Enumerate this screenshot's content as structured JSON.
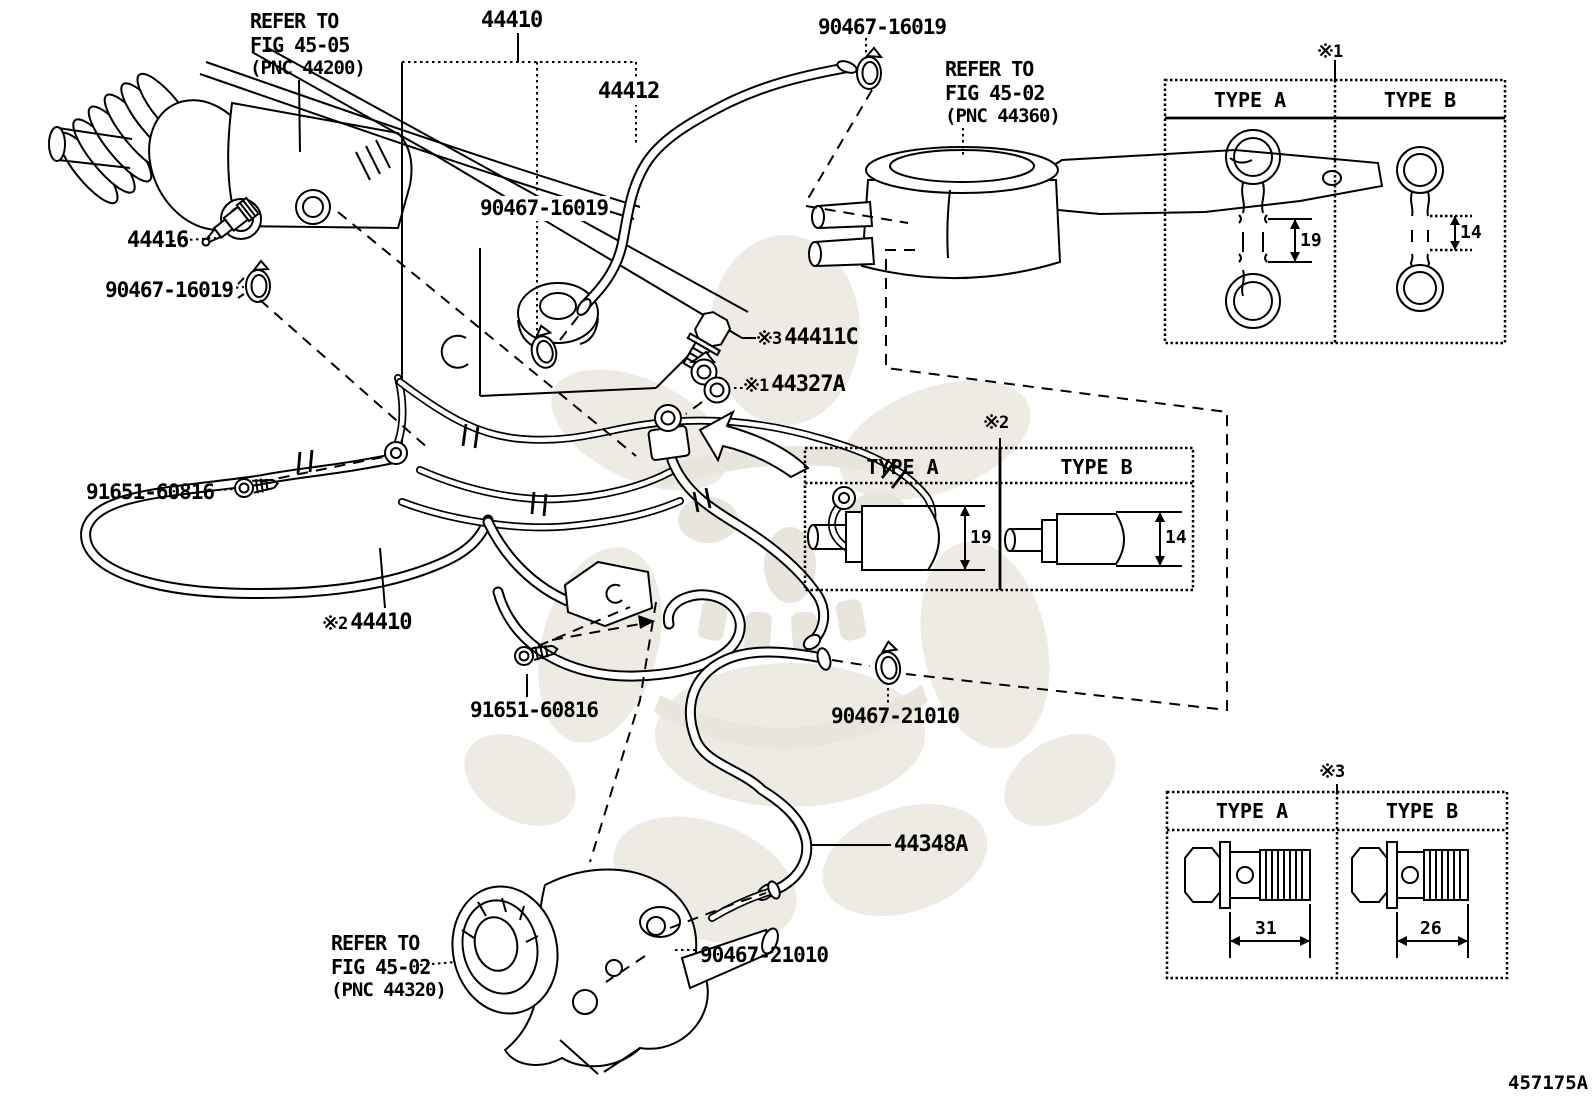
{
  "page": {
    "doc_number": "457175A",
    "background": "#ffffff",
    "line_color": "#000000",
    "watermark_color": "#edeae2"
  },
  "references": {
    "rack": {
      "l1": "REFER TO",
      "l2": "FIG 45-05",
      "l3": "(PNC 44200)"
    },
    "reservoir": {
      "l1": "REFER TO",
      "l2": "FIG 45-02",
      "l3": "(PNC 44360)"
    },
    "pump": {
      "l1": "REFER TO",
      "l2": "FIG 45-02",
      "l3": "(PNC 44320)"
    }
  },
  "part_labels": {
    "tube_assy_bracket": "44410",
    "hose_return": "44412",
    "clamp_top": "90467-16019",
    "clamp_mid": "90467-16019",
    "clamp_left": "90467-16019",
    "union": "44416",
    "bolt_left": "91651-60816",
    "bolt_bottom": "91651-60816",
    "clamp_suction_upper": "90467-21010",
    "clamp_suction_lower": "90467-21010",
    "hose_suction": "44348A"
  },
  "marked_labels": {
    "union_bolt": {
      "marker": "※3",
      "index": "3",
      "number": "44411C"
    },
    "gasket": {
      "marker": "※1",
      "index": "1",
      "number": "44327A"
    },
    "tube_assy": {
      "marker": "※2",
      "index": "2",
      "number": "44410"
    }
  },
  "tables": [
    {
      "marker": "※1",
      "index": "1",
      "col_a": "TYPE A",
      "col_b": "TYPE B",
      "dim_a": "19",
      "dim_b": "14"
    },
    {
      "marker": "※2",
      "index": "2",
      "col_a": "TYPE A",
      "col_b": "TYPE B",
      "dim_a": "19",
      "dim_b": "14"
    },
    {
      "marker": "※3",
      "index": "3",
      "col_a": "TYPE A",
      "col_b": "TYPE B",
      "dim_a": "31",
      "dim_b": "26"
    }
  ]
}
